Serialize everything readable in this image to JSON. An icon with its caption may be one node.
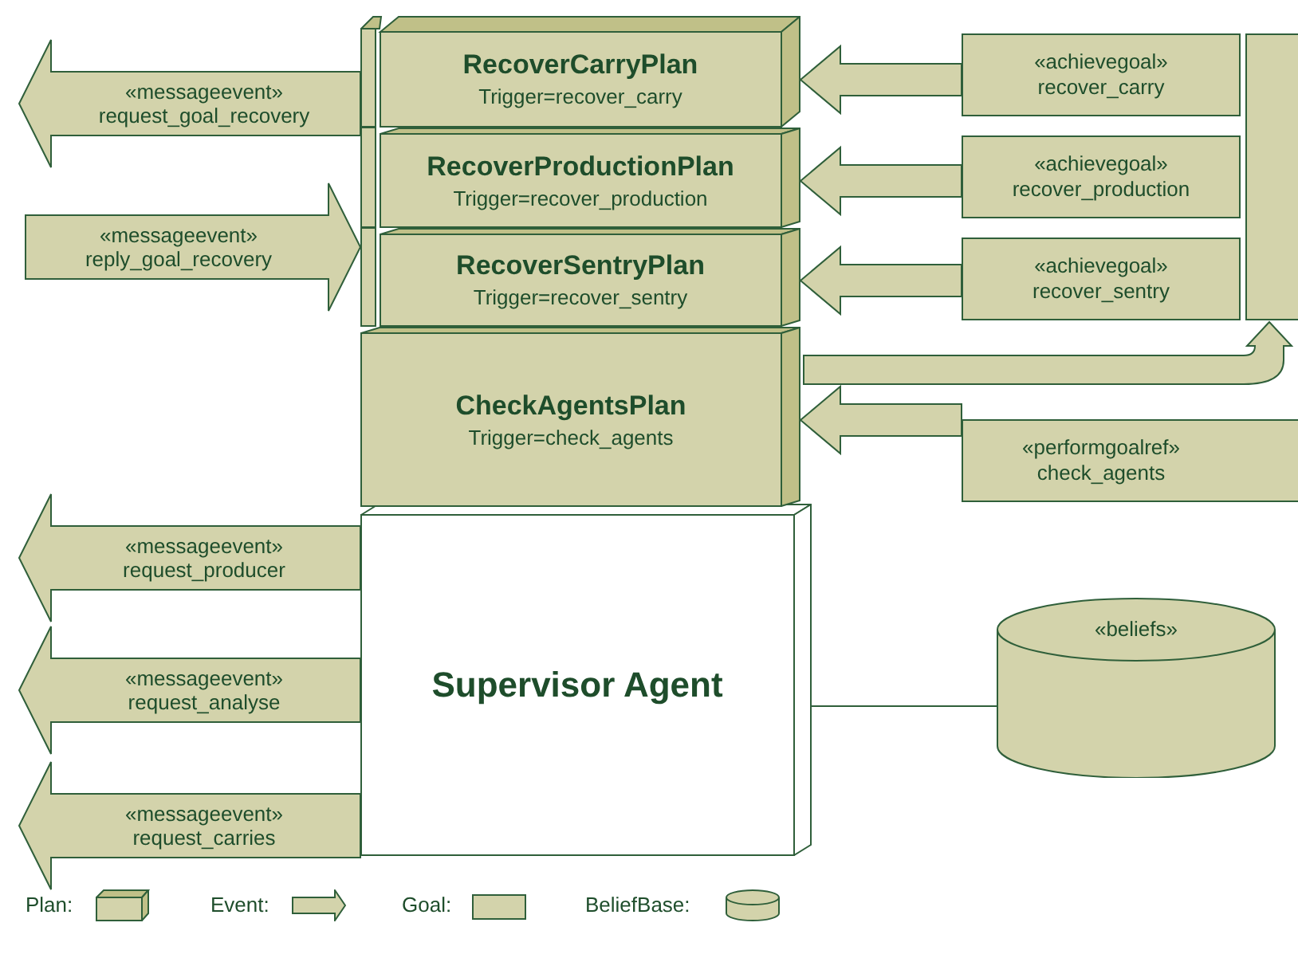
{
  "diagram": {
    "nodes": [
      {
        "text": [
          "Supervisor Agent"
        ]
      },
      {
        "text": [
          "RecoverCarryPlan",
          "Trigger=recover_carry"
        ]
      },
      {
        "text": [
          "RecoverProductionPlan",
          "Trigger=recover_production"
        ]
      },
      {
        "text": [
          "RecoverSentryPlan",
          "Trigger=recover_sentry"
        ]
      },
      {
        "text": [
          "CheckAgentsPlan",
          "Trigger=check_agents"
        ]
      },
      {
        "text": [
          "«achievegoal»",
          "recover_carry"
        ]
      },
      {
        "text": [
          "«achievegoal»",
          "recover_production"
        ]
      },
      {
        "text": [
          "«achievegoal»",
          "recover_sentry"
        ]
      },
      {
        "text": [
          "«performgoalref»",
          "check_agents"
        ]
      },
      {
        "text": [],
        "shape": "box"
      },
      {
        "text": [
          "«beliefs»"
        ]
      }
    ],
    "edges": [
      {
        "from": 5,
        "to": 1,
        "arrow": "to",
        "style": "thick"
      },
      {
        "from": 6,
        "to": 2,
        "arrow": "to",
        "style": "thick"
      },
      {
        "from": 7,
        "to": 3,
        "arrow": "to",
        "style": "thick"
      },
      {
        "from": 8,
        "to": 4,
        "arrow": "to",
        "style": "thick"
      },
      {
        "from": 4,
        "to": 9,
        "arrow": "to",
        "style": "thick"
      },
      {
        "from": 0,
        "to": 10,
        "arrow": "none"
      },
      {
        "from": 1,
        "to": null,
        "arrow": "to",
        "style": "thick",
        "label": "«messageevent» request_goal_recovery"
      },
      {
        "from": null,
        "to": 3,
        "arrow": "to",
        "style": "thick",
        "label": "«messageevent» reply_goal_recovery"
      },
      {
        "from": 0,
        "to": null,
        "arrow": "to",
        "style": "thick",
        "label": "«messageevent» request_producer"
      },
      {
        "from": 0,
        "to": null,
        "arrow": "to",
        "style": "thick",
        "label": "«messageevent» request_analyse"
      },
      {
        "from": 0,
        "to": null,
        "arrow": "to",
        "style": "thick",
        "label": "«messageevent» request_carries"
      }
    ],
    "legend": [
      {
        "text": "Plan:"
      },
      {
        "text": "Event:"
      },
      {
        "text": "Goal:"
      },
      {
        "text": "BeliefBase:"
      }
    ]
  }
}
